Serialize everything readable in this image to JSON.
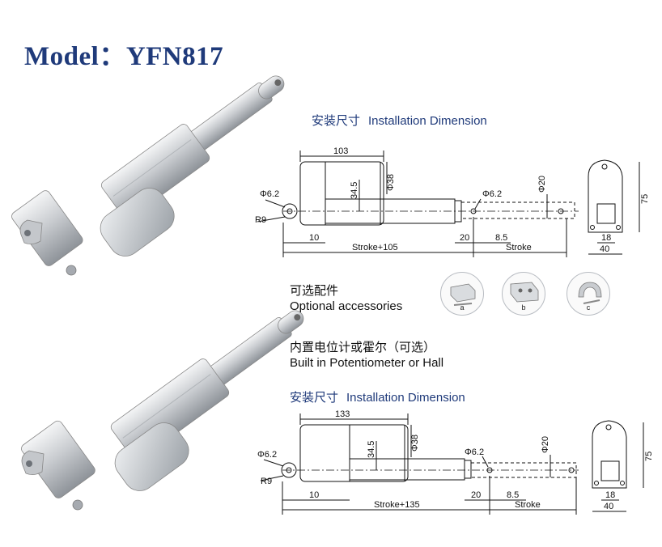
{
  "header": {
    "title": "Model：YFN817"
  },
  "section1": {
    "heading_cn": "安装尺寸",
    "heading_en": "Installation Dimension",
    "dims": {
      "length": "103",
      "phi38": "Φ38",
      "phi62": "Φ6.2",
      "d345": "34.5",
      "phi62_rod": "Φ6.2",
      "phi20": "Φ20",
      "r9": "R9",
      "d10": "10",
      "d20": "20",
      "d85": "8.5",
      "stroke_total": "Stroke+105",
      "stroke": "Stroke",
      "h75": "75",
      "w18": "18",
      "w40": "40"
    }
  },
  "accessories": {
    "label_cn": "可选配件",
    "label_en": "Optional accessories",
    "items": [
      {
        "letter": "a"
      },
      {
        "letter": "b"
      },
      {
        "letter": "c"
      }
    ]
  },
  "potentiometer": {
    "label_cn": "内置电位计或霍尔（可选）",
    "label_en": "Built in Potentiometer or Hall"
  },
  "section2": {
    "heading_cn": "安装尺寸",
    "heading_en": "Installation Dimension",
    "dims": {
      "length": "133",
      "phi38": "Φ38",
      "phi62": "Φ6.2",
      "d345": "34.5",
      "phi62_rod": "Φ6.2",
      "phi20": "Φ20",
      "r9": "R9",
      "d10": "10",
      "d20": "20",
      "d85": "8.5",
      "stroke_total": "Stroke+135",
      "stroke": "Stroke",
      "h75": "75",
      "w18": "18",
      "w40": "40"
    }
  }
}
